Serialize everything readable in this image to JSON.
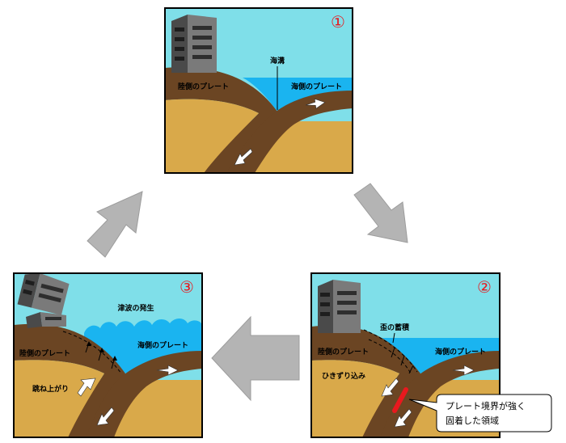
{
  "panel1": {
    "number": "①",
    "trench_label": "海溝",
    "land_plate_label": "陸側のプレート",
    "sea_plate_label": "海側のプレート"
  },
  "panel2": {
    "number": "②",
    "strain_label": "歪の蓄積",
    "land_plate_label": "陸側のプレート",
    "sea_plate_label": "海側のプレート",
    "drag_label": "ひきずり込み",
    "callout_line1": "プレート境界が強く",
    "callout_line2": "固着した領域"
  },
  "panel3": {
    "number": "③",
    "tsunami_label": "津波の発生",
    "land_plate_label": "陸側のプレート",
    "sea_plate_label": "海側のプレート",
    "rebound_label": "跳ね上がり"
  },
  "colors": {
    "sky": "#7fdfe9",
    "sea": "#1ab4f0",
    "plate": "#6b4523",
    "ground": "#d9a94a",
    "number": "#e8191e",
    "cycle_arrow": "#b4b4b4",
    "fixed_zone": "#e8191e"
  }
}
